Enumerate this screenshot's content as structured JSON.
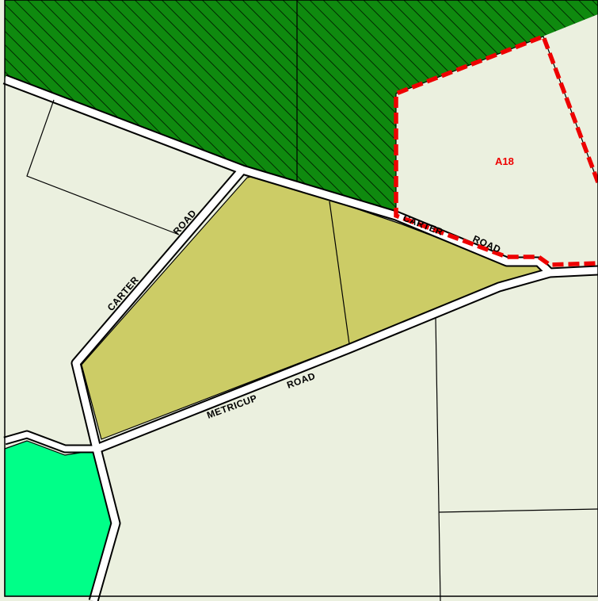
{
  "map": {
    "colors": {
      "rural_background": "#ebf0df",
      "forest_reserve": "#0f8a0f",
      "forest_hatch": "#002b00",
      "highlighted_parcel": "#cccc66",
      "public_open_space": "#00ff88",
      "road": "#ffffff",
      "boundary": "#000000",
      "outline_dashed": "#ee0000"
    },
    "roads": [
      {
        "id": "carter-road-east",
        "name": "CARTER ROAD",
        "words": [
          "CARTER",
          "ROAD"
        ]
      },
      {
        "id": "carter-road-west",
        "name": "CARTER ROAD",
        "words": [
          "CARTER",
          "ROAD"
        ]
      },
      {
        "id": "metricup-road",
        "name": "METRICUP ROAD",
        "words": [
          "METRICUP",
          "ROAD"
        ]
      }
    ],
    "areas": [
      {
        "id": "a18",
        "label": "A18",
        "style": "dashed-red-outline"
      }
    ]
  }
}
